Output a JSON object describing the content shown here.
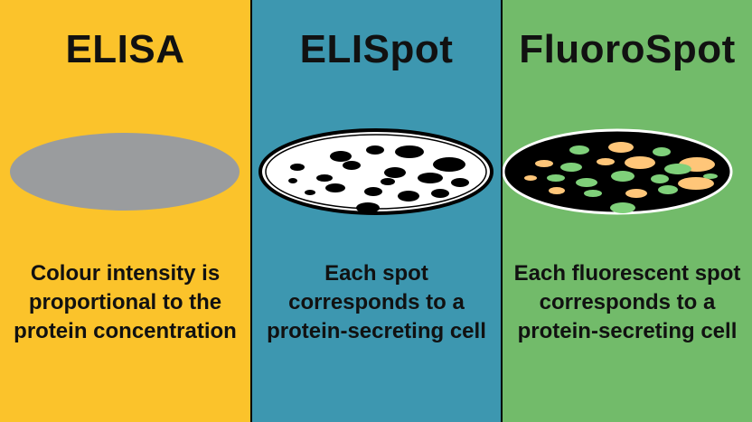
{
  "panels": [
    {
      "title": "ELISA",
      "color": "#FBC32B",
      "dish_color": "#9A9C9E",
      "description": "Colour intensity is proportional to the protein concentration"
    },
    {
      "title": "ELISpot",
      "color": "#3D97B0",
      "dish_color": "#FFFFFF",
      "spot_color": "#000000",
      "description": "Each spot corresponds to a protein-secreting cell"
    },
    {
      "title": "FluoroSpot",
      "color": "#72BB6A",
      "dish_color": "#000000",
      "spot_colors": [
        "#FFC679",
        "#7FD07A"
      ],
      "description": "Each fluorescent spot corresponds to a protein-secreting cell"
    }
  ]
}
